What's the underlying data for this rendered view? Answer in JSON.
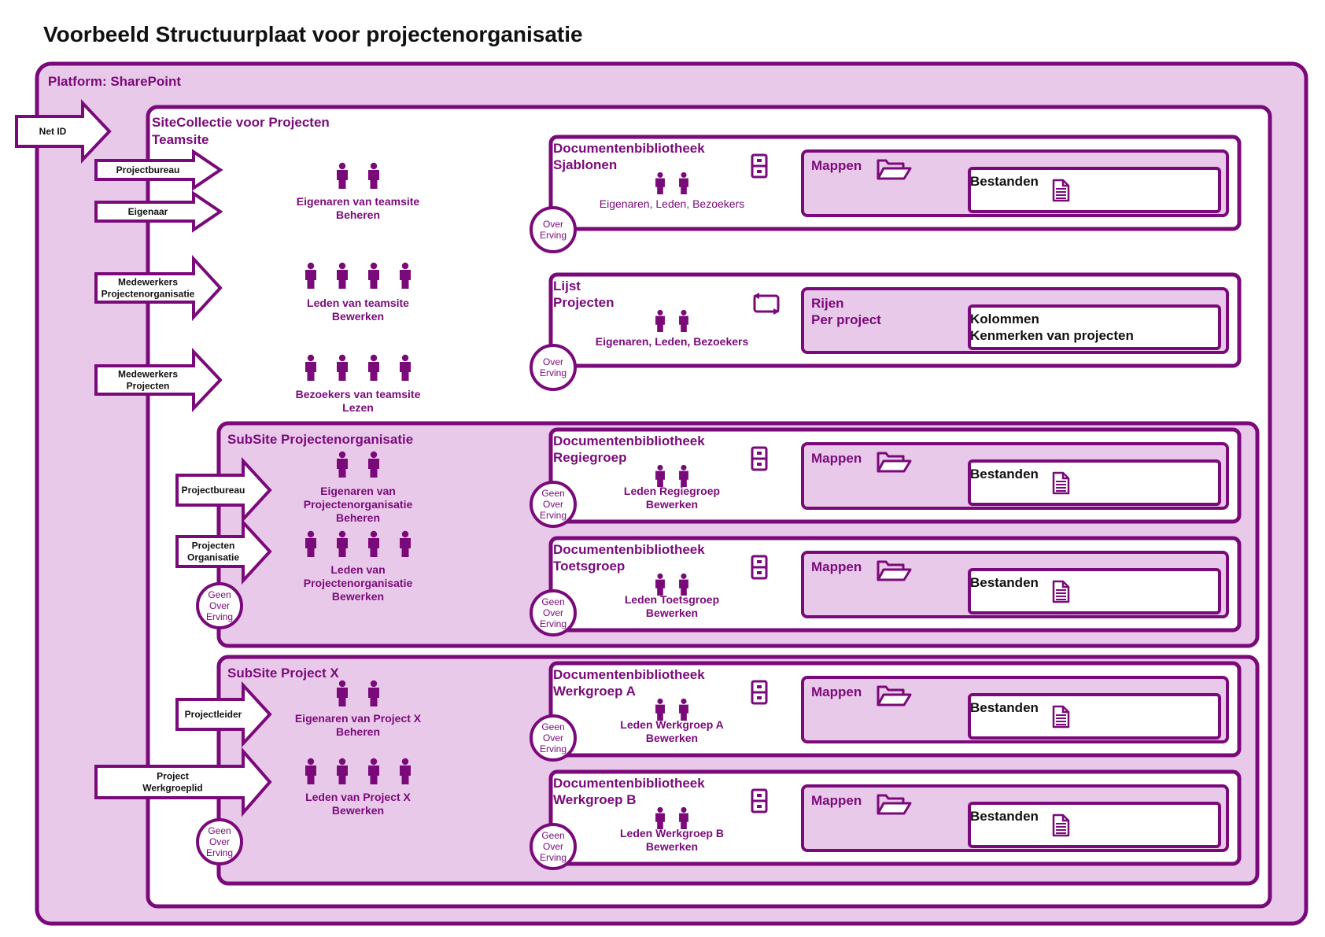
{
  "title": "Voorbeeld Structuurplaat voor projectenorganisatie",
  "colors": {
    "primary": "#7a0a7a",
    "fill_light": "#e9c9e9",
    "white": "#ffffff"
  },
  "platform": {
    "label": "Platform: SharePoint"
  },
  "net_id": "Net ID",
  "sitecollection": {
    "line1": "SiteCollectie voor Projecten",
    "line2": "Teamsite"
  },
  "teamsite_arrows": [
    [
      "Projectbureau"
    ],
    [
      "Eigenaar"
    ],
    [
      "Medewerkers",
      "Projectenorganisatie"
    ],
    [
      "Medewerkers",
      "Projecten"
    ]
  ],
  "teamsite_groups": [
    [
      "Eigenaren van teamsite",
      "Beheren"
    ],
    [
      "Leden van teamsite",
      "Bewerken"
    ],
    [
      "Bezoekers van teamsite",
      "Lezen"
    ]
  ],
  "sub1": {
    "title": "SubSite Projectenorganisatie"
  },
  "sub1_arrows": [
    [
      "Projectbureau"
    ],
    [
      "Projecten",
      "Organisatie"
    ]
  ],
  "sub1_groups": [
    [
      "Eigenaren van",
      "Projectenorganisatie",
      "Beheren"
    ],
    [
      "Leden van",
      "Projectenorganisatie",
      "Bewerken"
    ]
  ],
  "sub2": {
    "title": "SubSite Project X"
  },
  "sub2_arrows": [
    [
      "Projectleider"
    ],
    [
      "Project",
      "Werkgroeplid"
    ]
  ],
  "sub2_groups": [
    [
      "Eigenaren van Project X",
      "Beheren"
    ],
    [
      "Leden van Project X",
      "Bewerken"
    ]
  ],
  "inherit_over": [
    "Over",
    "Erving"
  ],
  "inherit_geen": [
    "Geen",
    "Over",
    "Erving"
  ],
  "libraries": [
    {
      "title": [
        "Documentenbibliotheek",
        "Sjablonen"
      ],
      "access": [
        "Eigenaren, Leden, Bezoekers"
      ],
      "left": "Mappen",
      "right": "Bestanden"
    },
    {
      "title": [
        "Lijst",
        "Projecten"
      ],
      "access": [
        "Eigenaren, Leden, Bezoekers"
      ],
      "left": "Rijen",
      "left2": "Per project",
      "right": "Kolommen",
      "right2": "Kenmerken van projecten"
    },
    {
      "title": [
        "Documentenbibliotheek",
        "Regiegroep"
      ],
      "access": [
        "Leden Regiegroep",
        "Bewerken"
      ],
      "left": "Mappen",
      "right": "Bestanden"
    },
    {
      "title": [
        "Documentenbibliotheek",
        "Toetsgroep"
      ],
      "access": [
        "Leden Toetsgroep",
        "Bewerken"
      ],
      "left": "Mappen",
      "right": "Bestanden"
    },
    {
      "title": [
        "Documentenbibliotheek",
        "Werkgroep A"
      ],
      "access": [
        "Leden Werkgroep A",
        "Bewerken"
      ],
      "left": "Mappen",
      "right": "Bestanden"
    },
    {
      "title": [
        "Documentenbibliotheek",
        "Werkgroep B"
      ],
      "access": [
        "Leden Werkgroep B",
        "Bewerken"
      ],
      "left": "Mappen",
      "right": "Bestanden"
    }
  ],
  "icons": [
    "person-icon",
    "cabinet-icon",
    "folder-icon",
    "document-icon",
    "refresh-icon",
    "arrow-icon",
    "inheritance-circle"
  ]
}
